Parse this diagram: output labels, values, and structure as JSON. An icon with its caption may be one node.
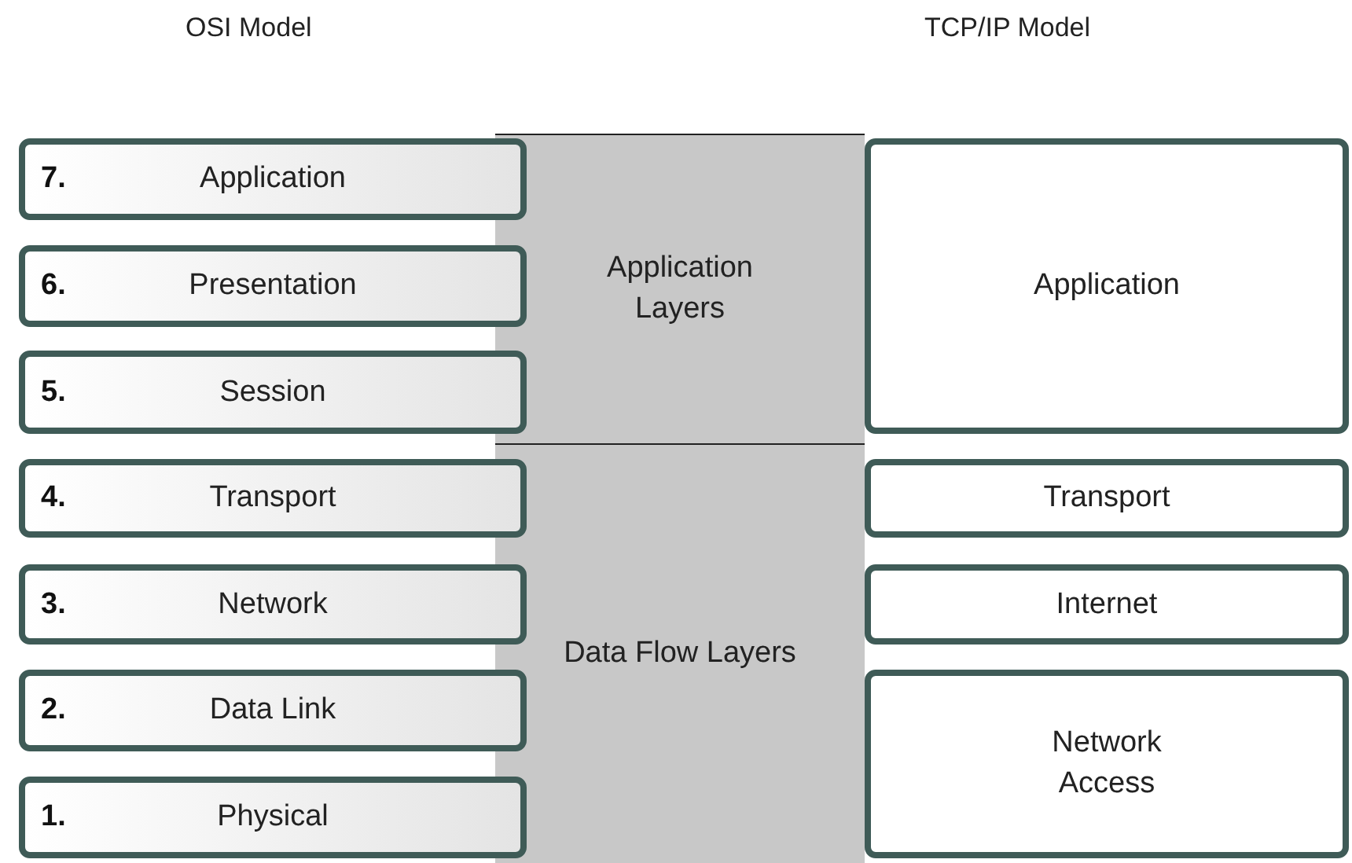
{
  "diagram": {
    "nodes": [
      {
        "text": [
          "Application Layers"
        ]
      },
      {
        "text": [
          "Data Flow Layers"
        ]
      },
      {
        "text": [
          "7.",
          "Application"
        ]
      },
      {
        "text": [
          "6.",
          "Presentation"
        ]
      },
      {
        "text": [
          "5.",
          "Session"
        ]
      },
      {
        "text": [
          "4.",
          "Transport"
        ]
      },
      {
        "text": [
          "3.",
          "Network"
        ]
      },
      {
        "text": [
          "2.",
          "Data Link"
        ]
      },
      {
        "text": [
          "1.",
          "Physical"
        ]
      },
      {
        "text": [
          "Application"
        ]
      },
      {
        "text": [
          "Transport"
        ]
      },
      {
        "text": [
          "Internet"
        ]
      },
      {
        "text": [
          "Network Access"
        ]
      }
    ],
    "edges": [],
    "labels": [
      "OSI Model",
      "TCP/IP Model"
    ]
  }
}
